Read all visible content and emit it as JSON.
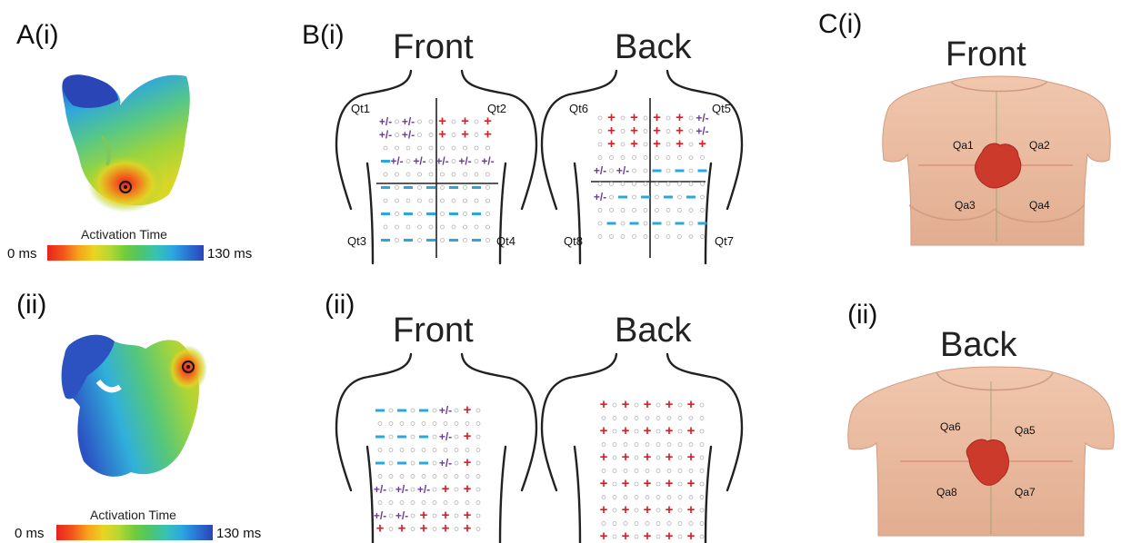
{
  "panelA": {
    "label_i": "A(i)",
    "label_ii": "(ii)",
    "colorbar_title": "Activation Time",
    "min_label": "0 ms",
    "max_label": "130 ms",
    "colormap": [
      "#e8231e",
      "#f2541c",
      "#f7a21c",
      "#e9d521",
      "#b6d733",
      "#6fcc3c",
      "#4dc56b",
      "#37c2b4",
      "#2ca8e0",
      "#2a74d2",
      "#2b45b8"
    ]
  },
  "panelB": {
    "label_i": "B(i)",
    "label_ii": "(ii)",
    "front_title": "Front",
    "back_title": "Back",
    "front_quadrants": [
      "Qt1",
      "Qt2",
      "Qt3",
      "Qt4"
    ],
    "back_quadrants": [
      "Qt6",
      "Qt5",
      "Qt8",
      "Qt7"
    ],
    "symbols": {
      "positive": "+",
      "mixed": "+/-",
      "negative": "−"
    },
    "marker_colors": {
      "positive": "#e01b24",
      "mixed": "#6a3d9a",
      "negative": "#29a8df",
      "empty": "#b5b5b5"
    }
  },
  "panelC": {
    "label_i": "C(i)",
    "label_ii": "(ii)",
    "front_title": "Front",
    "back_title": "Back",
    "front_quadrants": [
      "Qa1",
      "Qa2",
      "Qa3",
      "Qa4"
    ],
    "back_quadrants": [
      "Qa6",
      "Qa5",
      "Qa8",
      "Qa7"
    ],
    "skin_color": "#e8b59a",
    "heart_color": "#cc3a2c"
  }
}
